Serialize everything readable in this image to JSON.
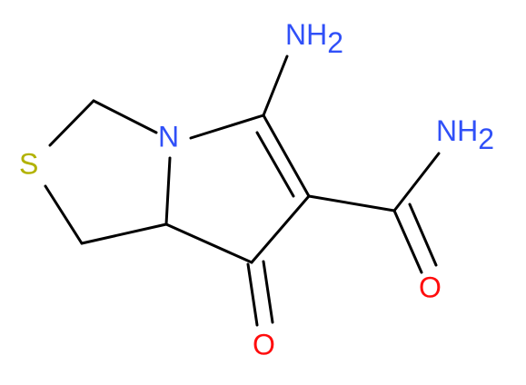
{
  "molecule": {
    "atoms": {
      "N_amino": {
        "symbol": "NH",
        "subscript": "2",
        "color": "#3050F8"
      },
      "N_amide": {
        "symbol": "NH",
        "subscript": "2",
        "color": "#3050F8"
      },
      "N_ring": {
        "symbol": "N",
        "color": "#3050F8"
      },
      "S_ring": {
        "symbol": "S",
        "color": "#B2B200"
      },
      "O_amide": {
        "symbol": "O",
        "color": "#FF0D0D"
      },
      "O_ketone": {
        "symbol": "O",
        "color": "#FF0D0D"
      }
    }
  }
}
